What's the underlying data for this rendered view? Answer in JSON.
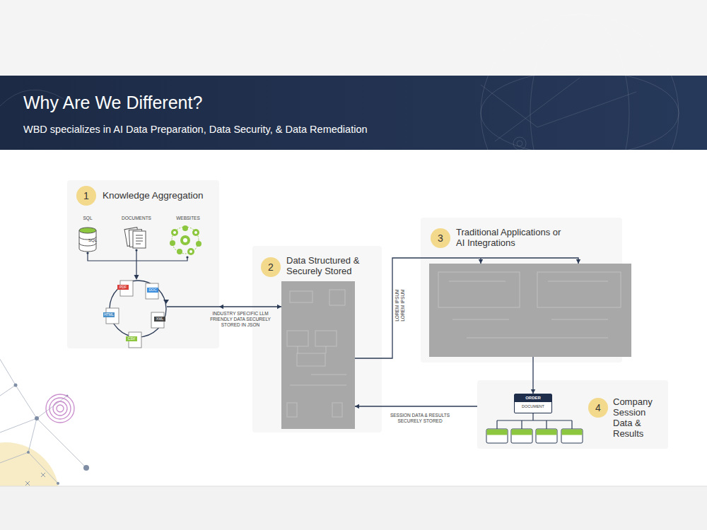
{
  "diagram": {
    "title": "Why Are We Different?",
    "nodes": [
      {
        "text": [
          "Knowledge Aggregation"
        ]
      },
      {
        "text": [
          "1"
        ],
        "in": 0
      },
      {
        "text": [
          "2"
        ]
      },
      {
        "text": [
          "Data Structured & Securely Stored"
        ]
      },
      {
        "text": [
          "3"
        ]
      },
      {
        "text": [
          "Traditional Applications or AI Integrations"
        ]
      },
      {
        "text": [
          "Company Session Data & Results"
        ]
      },
      {
        "text": [
          "4"
        ],
        "in": 6
      },
      {
        "text": [
          "ORDER",
          "DOCUMENT"
        ],
        "in": 6
      }
    ],
    "edges": [
      {
        "from": 0,
        "to": 3,
        "arrow": "both",
        "label": "INDUSTRY SPECIFIC LLM FRIENDLY DATA SECURELY STORED IN JSON"
      },
      {
        "from": 3,
        "to": 5,
        "arrow": "to",
        "label": "LOREM IPSUM LOREM IPSUM"
      },
      {
        "from": 5,
        "to": 8,
        "arrow": "to"
      },
      {
        "from": 6,
        "to": 3,
        "arrow": "to",
        "label": "SESSION DATA & RESULTS SECURELY STORED"
      }
    ],
    "labels": [
      "WBD specializes in AI Data Preparation, Data Security, & Data Remediation",
      "SQL",
      "DOCUMENTS",
      "WEBSITES",
      "SQL",
      "PDF",
      "DOC",
      "HTML",
      "XML",
      "CSV"
    ]
  }
}
